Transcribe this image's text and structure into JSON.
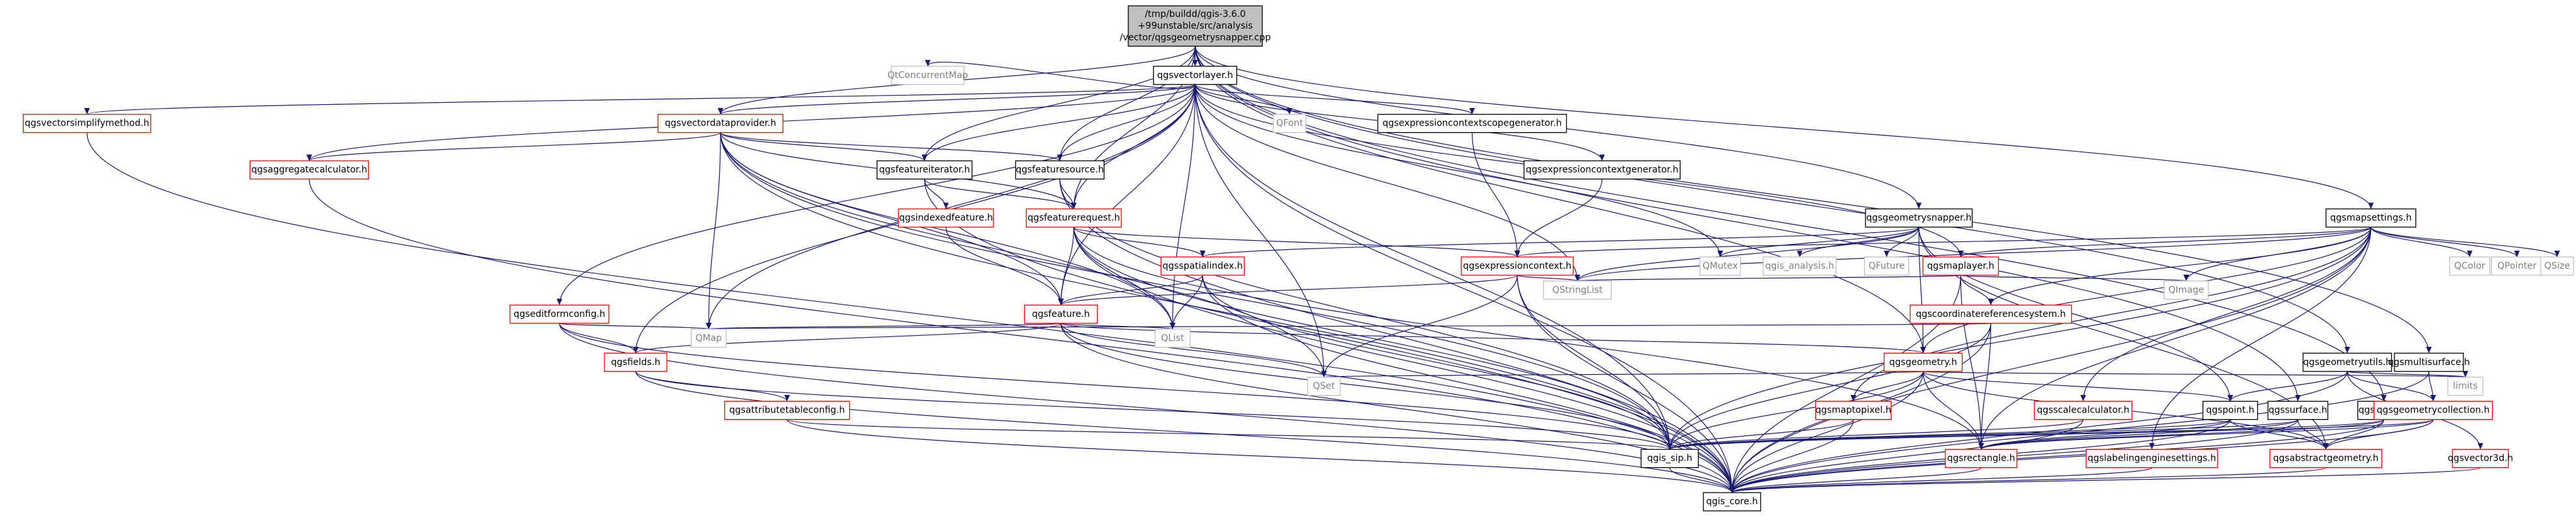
{
  "colors": {
    "background": "#ffffff",
    "edge": "#191970",
    "node_red_border": "#ff0000",
    "node_black_border": "#000000",
    "node_gray_border": "#bfbfbf",
    "node_gray_text": "#7f7f7f",
    "root_fill": "#bfbfbf"
  },
  "root": {
    "lines": [
      "/tmp/buildd/qgis-3.6.0",
      "+99unstable/src/analysis",
      "/vector/qgsgeometrysnapper.cpp"
    ]
  },
  "nodes": {
    "qtconcurrentmap": "QtConcurrentMap",
    "qgsvectorlayer": "qgsvectorlayer.h",
    "qgsvectorsimplifymethod": "qgsvectorsimplifymethod.h",
    "qgsvectordataprovider": "qgsvectordataprovider.h",
    "qfont": "QFont",
    "qgsexpressioncontextscopegenerator": "qgsexpressioncontextscopegenerator.h",
    "qgsexpressioncontextgenerator": "qgsexpressioncontextgenerator.h",
    "qgsaggregatecalculator": "qgsaggregatecalculator.h",
    "qgsfeatureiterator": "qgsfeatureiterator.h",
    "qgsfeaturesource": "qgsfeaturesource.h",
    "qgsindexedfeature": "qgsindexedfeature.h",
    "qgsfeaturerequest": "qgsfeaturerequest.h",
    "qgsgeometrysnapper": "qgsgeometrysnapper.h",
    "qgsmapsettings": "qgsmapsettings.h",
    "qgsspatialindex": "qgsspatialindex.h",
    "qgsexpressioncontext": "qgsexpressioncontext.h",
    "qmutex": "QMutex",
    "qgis_analysis": "qgis_analysis.h",
    "qfuture": "QFuture",
    "qgsmaplayer": "qgsmaplayer.h",
    "qcolor": "QColor",
    "qpointer": "QPointer",
    "qsize": "QSize",
    "qstringlist": "QStringList",
    "qimage": "QImage",
    "qgscoordinatereferencesystem": "qgscoordinatereferencesystem.h",
    "qgseditformconfig": "qgseditformconfig.h",
    "qgsfeature": "qgsfeature.h",
    "qmap": "QMap",
    "qlist": "QList",
    "qgsfields": "qgsfields.h",
    "qgsgeometry": "qgsgeometry.h",
    "qset": "QSet",
    "qgsattributetableconfig": "qgsattributetableconfig.h",
    "qgsmaptopixel": "qgsmaptopixel.h",
    "qgsscalecalculator": "qgsscalecalculator.h",
    "qgspoint": "qgspoint.h",
    "qgsgeometryutils": "qgsgeometryutils.h",
    "qgsmultisurface": "qgsmultisurface.h",
    "limits": "limits",
    "qgssurface": "qgssurface.h",
    "qgscurve": "qgscurve.h",
    "qgsgeometrycollection": "qgsgeometrycollection.h",
    "qgis_sip": "qgis_sip.h",
    "qgsrectangle": "qgsrectangle.h",
    "qgslabelingenginesettings": "qgslabelingenginesettings.h",
    "qgsabstractgeometry": "qgsabstractgeometry.h",
    "qgsvector3d": "qgsvector3d.h",
    "qgis_core": "qgis_core.h"
  }
}
